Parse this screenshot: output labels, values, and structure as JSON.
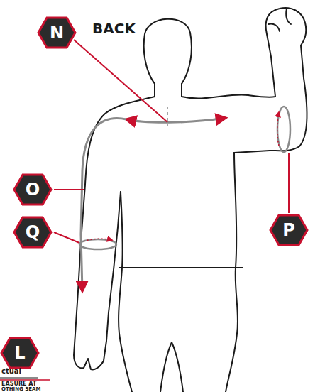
{
  "diagram": {
    "nodes": [
      {
        "text": [
          "N"
        ]
      },
      {
        "text": [
          "O"
        ]
      },
      {
        "text": [
          "Q"
        ]
      },
      {
        "text": [
          "P"
        ]
      },
      {
        "text": [
          "L"
        ]
      }
    ],
    "labels": [
      "BACK",
      "ctual",
      "EASURE AT",
      "OTHING SEAM"
    ]
  }
}
